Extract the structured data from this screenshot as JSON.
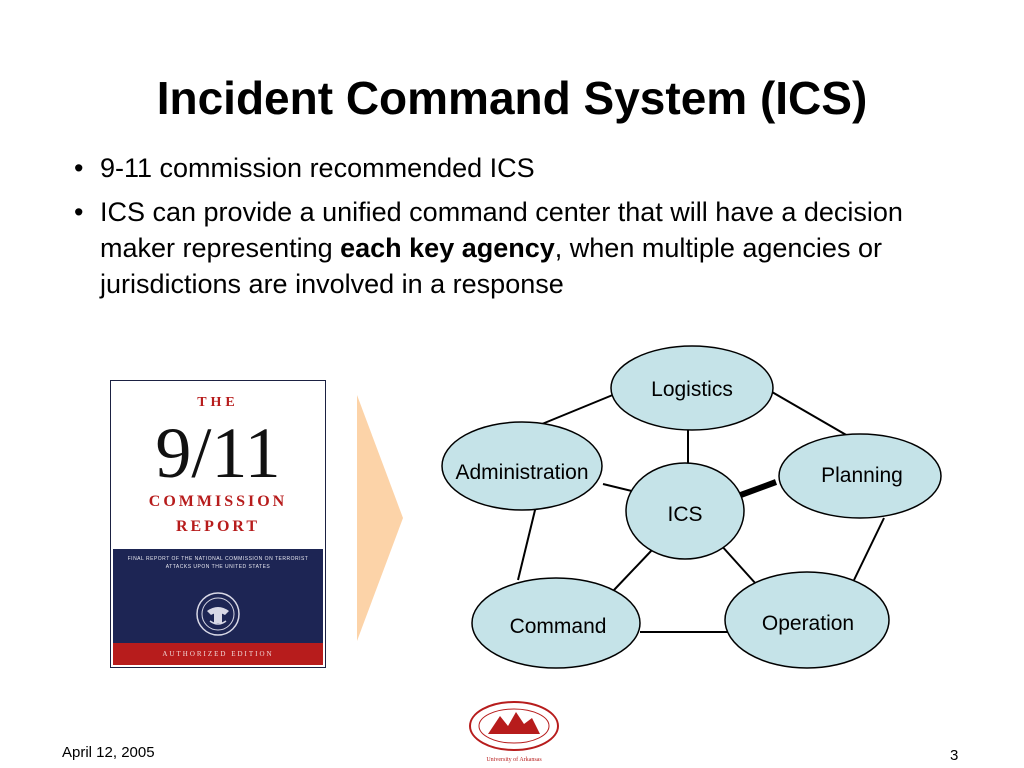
{
  "slide": {
    "title": "Incident Command System (ICS)",
    "bullets": [
      {
        "text": "9-11 commission recommended ICS"
      },
      {
        "text_before": "ICS can provide a unified command center that will have a decision maker representing ",
        "bold": "each key agency",
        "text_after": ", when multiple agencies or jurisdictions are involved in a response"
      }
    ],
    "bullet_symbol": "•"
  },
  "book": {
    "line1": "THE",
    "line2": "9/11",
    "line3": "COMMISSION",
    "line4": "REPORT",
    "subtitle": "FINAL REPORT OF THE NATIONAL COMMISSION ON TERRORIST ATTACKS UPON THE UNITED STATES",
    "edition": "AUTHORIZED EDITION",
    "colors": {
      "navy": "#1d2554",
      "red": "#b71c1c"
    }
  },
  "diagram": {
    "node_fill": "#c5e3e8",
    "nodes": {
      "center": "ICS",
      "logistics": "Logistics",
      "planning": "Planning",
      "operation": "Operation",
      "command": "Command",
      "administration": "Administration"
    }
  },
  "arrow": {
    "color": "#fcd3a8"
  },
  "footer": {
    "date": "April 12, 2005",
    "page": "3"
  },
  "logo": {
    "text": "University of Arkansas",
    "color": "#b71c1c"
  }
}
